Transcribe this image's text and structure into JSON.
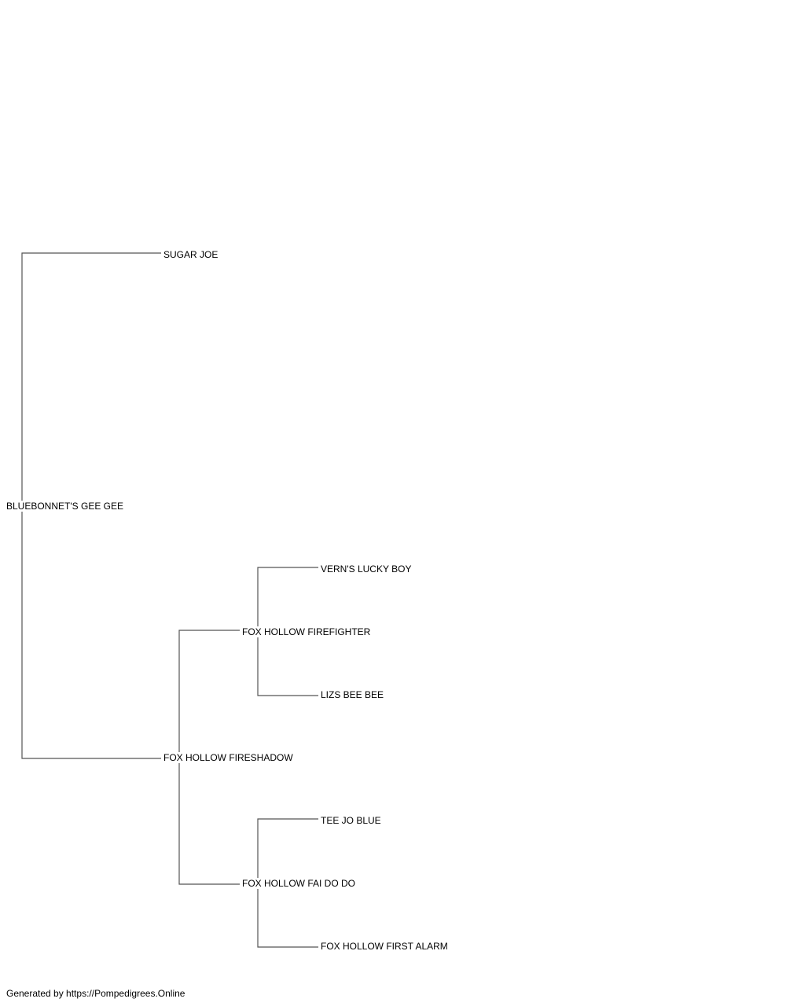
{
  "pedigree": {
    "subject": "BLUEBONNET'S GEE GEE",
    "sire": "SUGAR JOE",
    "dam": "FOX HOLLOW FIRESHADOW",
    "dam_sire": "FOX HOLLOW FIREFIGHTER",
    "dam_dam": "FOX HOLLOW FAI DO DO",
    "dam_sire_sire": "VERN'S LUCKY BOY",
    "dam_sire_dam": "LIZS BEE BEE",
    "dam_dam_sire": "TEE JO BLUE",
    "dam_dam_dam": "FOX HOLLOW FIRST ALARM"
  },
  "footer": {
    "text": "Generated by https://Pompedigrees.Online"
  },
  "colors": {
    "line": "#555555",
    "text": "#000000",
    "background": "#ffffff"
  }
}
